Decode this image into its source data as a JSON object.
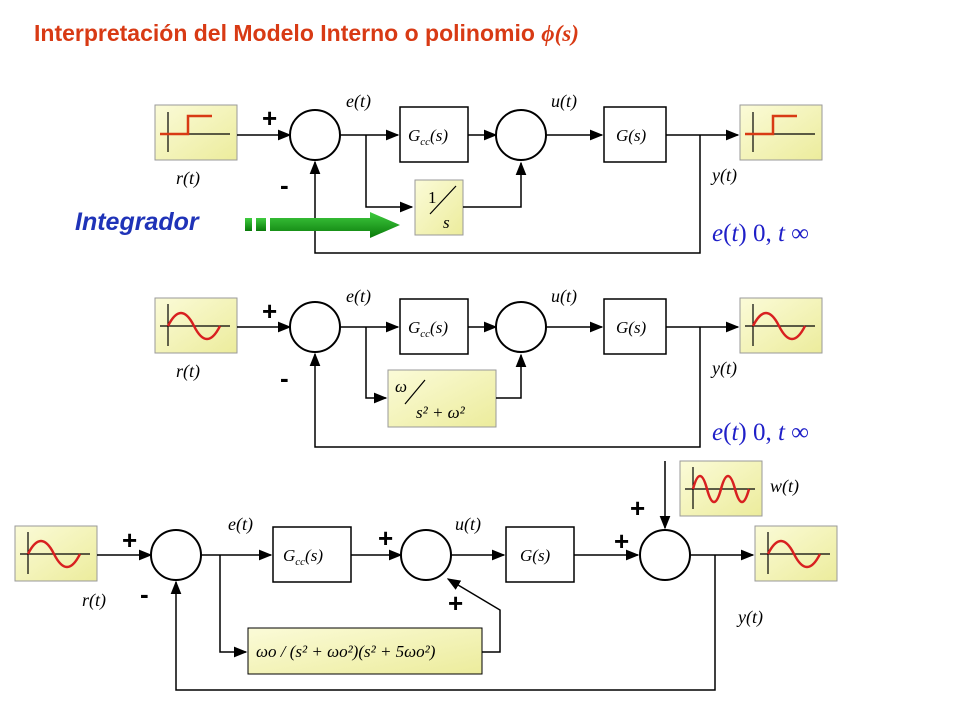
{
  "title": {
    "main": "Interpretación del Modelo Interno o polinomio",
    "phi": "ϕ(s)"
  },
  "labels": {
    "e": "e(t)",
    "u": "u(t)",
    "r": "r(t)",
    "y": "y(t)",
    "w": "w(t)",
    "gcc": "G",
    "gcc_sub": "cc",
    "gcc_arg": "(s)",
    "g": "G(s)",
    "plus": "+",
    "minus": "-"
  },
  "diagram1": {
    "integrator_label": "Integrador",
    "tf_num": "1",
    "tf_den": "s",
    "error_statement": "e(t)  0, t  ∞"
  },
  "diagram2": {
    "tf_num": "ω",
    "tf_den": "s² + ω²",
    "error_statement": "e(t)  0, t  ∞"
  },
  "diagram3": {
    "tf": "ωo / (s² + ωo²)(s² + 5ωo²)"
  },
  "colors": {
    "title": "#d83a14",
    "block_fill": "#f6f6c0",
    "signal": "#d82020",
    "arrow": "#1a9a1a",
    "error_text": "#2020c8"
  }
}
